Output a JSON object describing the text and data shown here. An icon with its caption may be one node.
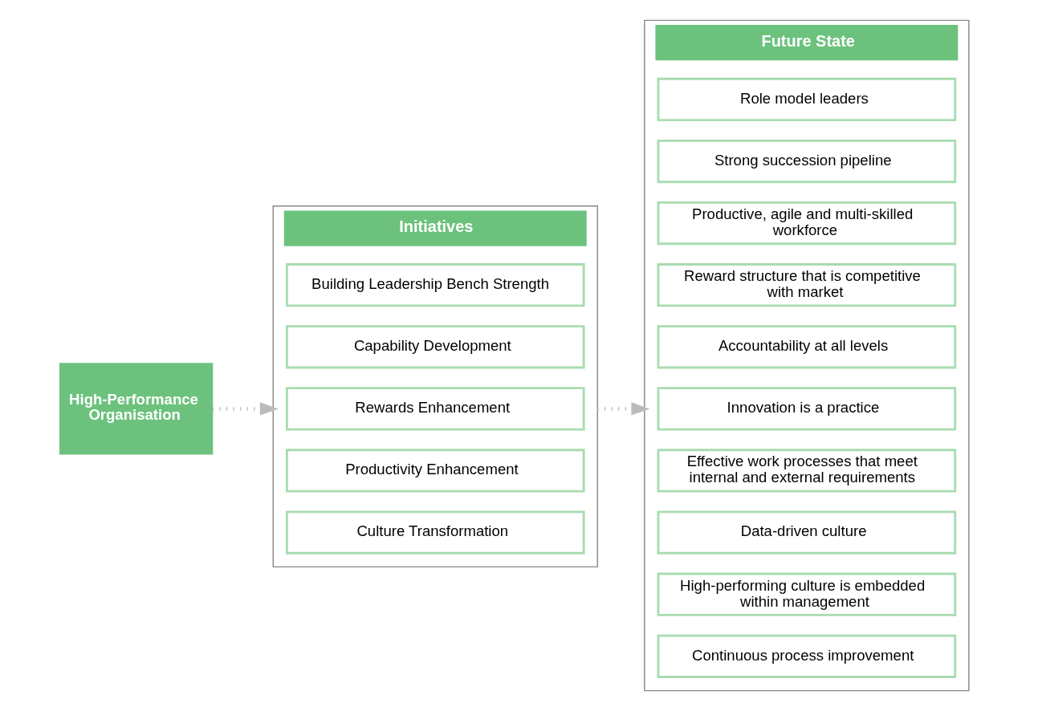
{
  "diagram": {
    "nodes": [
      {
        "text": [
          "High-Performance Organisation"
        ]
      },
      {
        "text": [
          "Initiatives"
        ]
      },
      {
        "text": [
          "Building Leadership Bench Strength"
        ],
        "in": 1
      },
      {
        "text": [
          "Capability Development"
        ],
        "in": 1
      },
      {
        "text": [
          "Rewards Enhancement"
        ],
        "in": 1
      },
      {
        "text": [
          "Productivity Enhancement"
        ],
        "in": 1
      },
      {
        "text": [
          "Culture Transformation"
        ],
        "in": 1
      },
      {
        "text": [
          "Future State"
        ]
      },
      {
        "text": [
          "Role model leaders"
        ],
        "in": 7
      },
      {
        "text": [
          "Strong succession pipeline"
        ],
        "in": 7
      },
      {
        "text": [
          "Productive, agile and multi-skilled workforce"
        ],
        "in": 7
      },
      {
        "text": [
          "Reward structure that is competitive with market"
        ],
        "in": 7
      },
      {
        "text": [
          "Accountability at all levels"
        ],
        "in": 7
      },
      {
        "text": [
          "Innovation is a practice"
        ],
        "in": 7
      },
      {
        "text": [
          "Effective work processes that meet internal and external requirements"
        ],
        "in": 7
      },
      {
        "text": [
          "Data-driven culture"
        ],
        "in": 7
      },
      {
        "text": [
          "High-performing culture is embedded within management"
        ],
        "in": 7
      },
      {
        "text": [
          "Continuous process improvement"
        ],
        "in": 7
      }
    ],
    "edges": [
      {
        "from": 0,
        "to": 1,
        "arrow": "to"
      },
      {
        "from": 1,
        "to": 7,
        "arrow": "to"
      }
    ]
  }
}
